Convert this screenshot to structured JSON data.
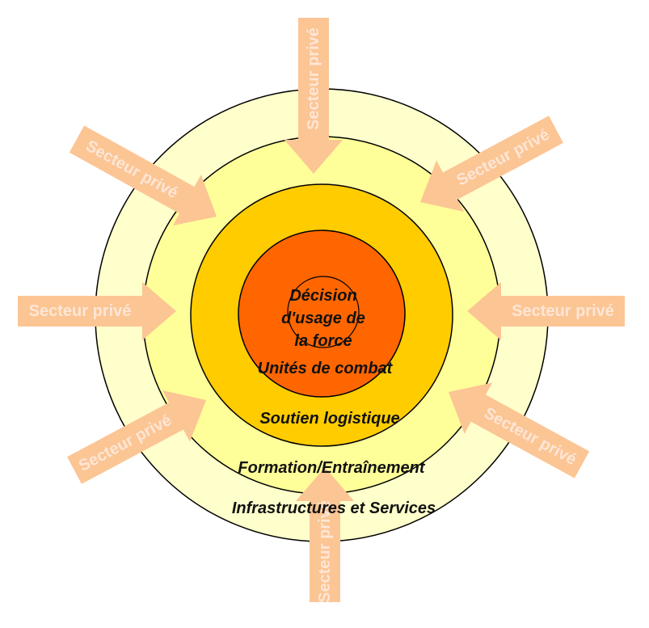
{
  "colors": {
    "ring_outer": "#ffffcc",
    "ring_second": "#ffff99",
    "ring_third": "#ffcc00",
    "core": "#ff6600",
    "arrow": "#fcc594",
    "arrow_text": "#fde6d6"
  },
  "rings": {
    "core_label": [
      "Décision",
      "d'usage de",
      "la force"
    ],
    "combat": "Unités de combat",
    "logistics": "Soutien logistique",
    "training": "Formation/Entraînement",
    "infrastructure": "Infrastructures et Services"
  },
  "arrows": [
    {
      "label": "Secteur privé"
    },
    {
      "label": "Secteur privé"
    },
    {
      "label": "Secteur privé"
    },
    {
      "label": "Secteur privé"
    },
    {
      "label": "Secteur privé"
    },
    {
      "label": "Secteur privé"
    },
    {
      "label": "Secteur privé"
    },
    {
      "label": "Secteur privé"
    }
  ]
}
